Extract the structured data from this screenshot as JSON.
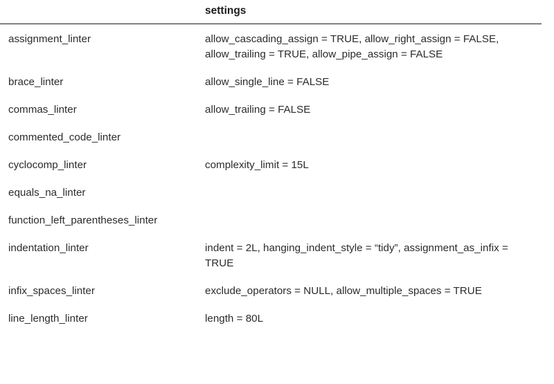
{
  "table": {
    "columns": [
      {
        "key": "linter",
        "header": ""
      },
      {
        "key": "settings",
        "header": "settings"
      }
    ],
    "rows": [
      {
        "linter": "assignment_linter",
        "settings": "allow_cascading_assign = TRUE, allow_right_assign = FALSE, allow_trailing = TRUE, allow_pipe_assign = FALSE"
      },
      {
        "linter": "brace_linter",
        "settings": "allow_single_line = FALSE"
      },
      {
        "linter": "commas_linter",
        "settings": "allow_trailing = FALSE"
      },
      {
        "linter": "commented_code_linter",
        "settings": ""
      },
      {
        "linter": "cyclocomp_linter",
        "settings": "complexity_limit = 15L"
      },
      {
        "linter": "equals_na_linter",
        "settings": ""
      },
      {
        "linter": "function_left_parentheses_linter",
        "settings": ""
      },
      {
        "linter": "indentation_linter",
        "settings": "indent = 2L, hanging_indent_style = “tidy”, assignment_as_infix = TRUE"
      },
      {
        "linter": "infix_spaces_linter",
        "settings": "exclude_operators = NULL, allow_multiple_spaces = TRUE"
      },
      {
        "linter": "line_length_linter",
        "settings": "length = 80L"
      }
    ]
  },
  "colors": {
    "text": "#2b2b2b",
    "header_text": "#1c1c1c",
    "rule": "#1a1a1a",
    "background": "#ffffff"
  }
}
